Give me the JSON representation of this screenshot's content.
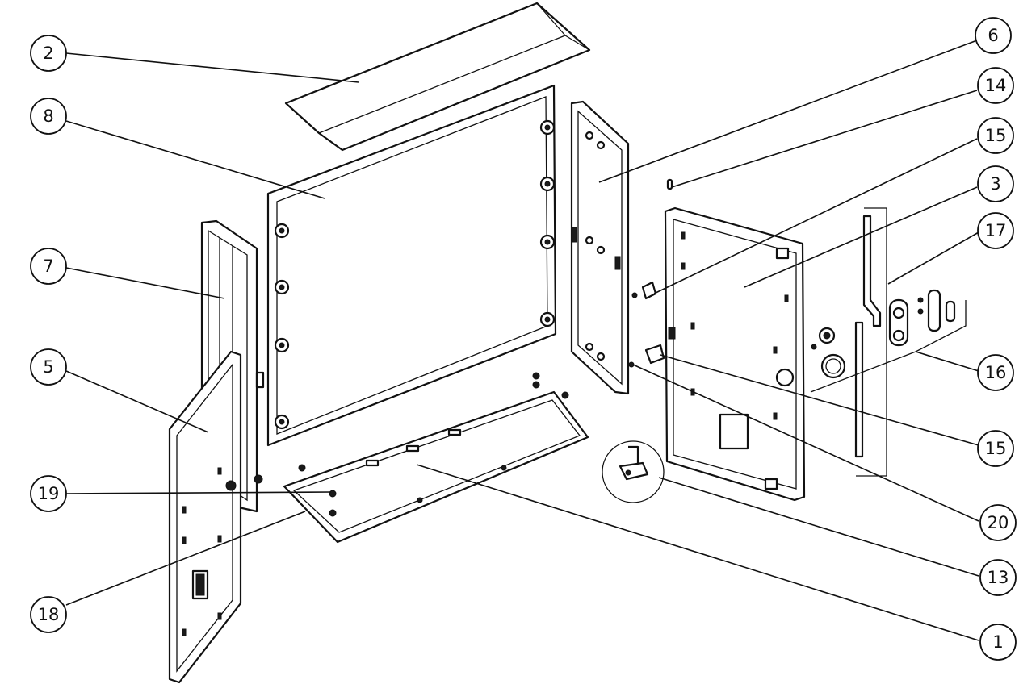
{
  "callouts": [
    {
      "id": "c2",
      "label": "2"
    },
    {
      "id": "c8",
      "label": "8"
    },
    {
      "id": "c7",
      "label": "7"
    },
    {
      "id": "c5",
      "label": "5"
    },
    {
      "id": "c19",
      "label": "19"
    },
    {
      "id": "c18",
      "label": "18"
    },
    {
      "id": "c6",
      "label": "6"
    },
    {
      "id": "c14",
      "label": "14"
    },
    {
      "id": "c15a",
      "label": "15"
    },
    {
      "id": "c3",
      "label": "3"
    },
    {
      "id": "c17",
      "label": "17"
    },
    {
      "id": "c16",
      "label": "16"
    },
    {
      "id": "c15b",
      "label": "15"
    },
    {
      "id": "c20",
      "label": "20"
    },
    {
      "id": "c13",
      "label": "13"
    },
    {
      "id": "c1",
      "label": "1"
    }
  ]
}
